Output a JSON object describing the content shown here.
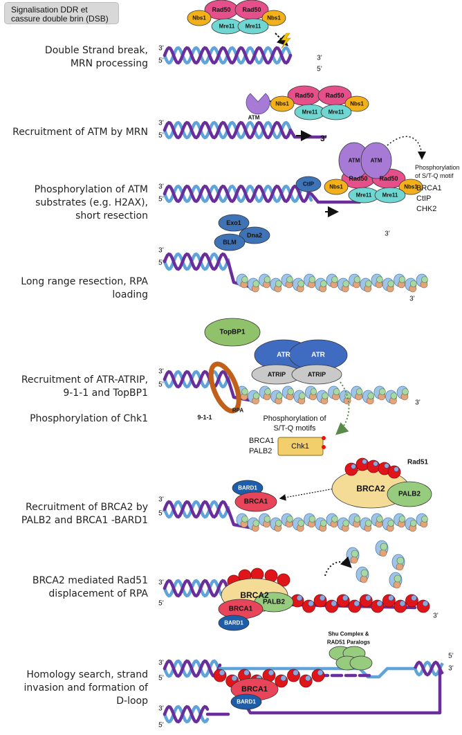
{
  "header": {
    "title": "Signalisation DDR et\ncassure double brin (DSB)"
  },
  "steps": [
    {
      "text": "Double Strand break,\nMRN processing"
    },
    {
      "text": "Recruitment of ATM by MRN"
    },
    {
      "text": "Phosphorylation of ATM\nsubstrates (e.g. H2AX),\nshort resection"
    },
    {
      "text": "Long range resection, RPA\nloading"
    },
    {
      "text": "Recruitment of ATR-ATRIP,\n9-1-1 and TopBP1"
    },
    {
      "text": "Phosphorylation of Chk1"
    },
    {
      "text": "Recruitment of BRCA2 by\nPALB2 and  BRCA1 -BARD1"
    },
    {
      "text": "BRCA2 mediated Rad51\ndisplacement of RPA"
    },
    {
      "text": "Homology search, strand\ninvasion and formation of\nD-loop"
    }
  ],
  "labels": {
    "three_prime": "3’",
    "five_prime": "5’",
    "rad50": "Rad50",
    "nbs1": "Nbs1",
    "mre11": "Mre11",
    "atm": "ATM",
    "ctip": "CtIP",
    "exo1": "Exo1",
    "dna2": "Dna2",
    "blm": "BLM",
    "topbp1": "TopBP1",
    "atr": "ATR",
    "atrip": "ATRIP",
    "nine_one_one": "9-1-1",
    "rpa": "RPA",
    "chk1": "Chk1",
    "bard1": "BARD1",
    "brca1": "BRCA1",
    "brca2": "BRCA2",
    "palb2": "PALB2",
    "rad51": "Rad51",
    "shu_line1": "Shu Complex &",
    "shu_line2": "RAD51 Paralogs"
  },
  "annotations": {
    "atm_phospho_line1": "Phosphorylation",
    "atm_phospho_line2": "of S/T-Q motif",
    "atm_targets": [
      "BRCA1",
      "CtIP",
      "CHK2"
    ],
    "atr_phospho_line1": "Phosphorylation of",
    "atr_phospho_line2": "S/T-Q motifs",
    "atr_targets": [
      "BRCA1",
      "PALB2"
    ]
  },
  "colors": {
    "dna_blue": "#5fa3d8",
    "dna_purple": "#6a2e9c",
    "rad50": "#e6508a",
    "nbs1": "#f2b01a",
    "mre11": "#6fd6d2",
    "atm": "#a77ad6",
    "dark_blue_protein": "#3f73b8",
    "topbp1": "#8fc26a",
    "atr": "#3f6cc0",
    "atrip": "#c9c9c9",
    "ring_911": "#c0601a",
    "chk1": "#f3cf6c",
    "brca1": "#e9455a",
    "bard1": "#1d5da9",
    "brca2": "#f4dc96",
    "palb2": "#97cc7f",
    "rad51": "#e0151a",
    "rpa_green": "#a9d8a4",
    "rpa_orange": "#e4a47a",
    "rpa_blue": "#9fc4e8"
  }
}
